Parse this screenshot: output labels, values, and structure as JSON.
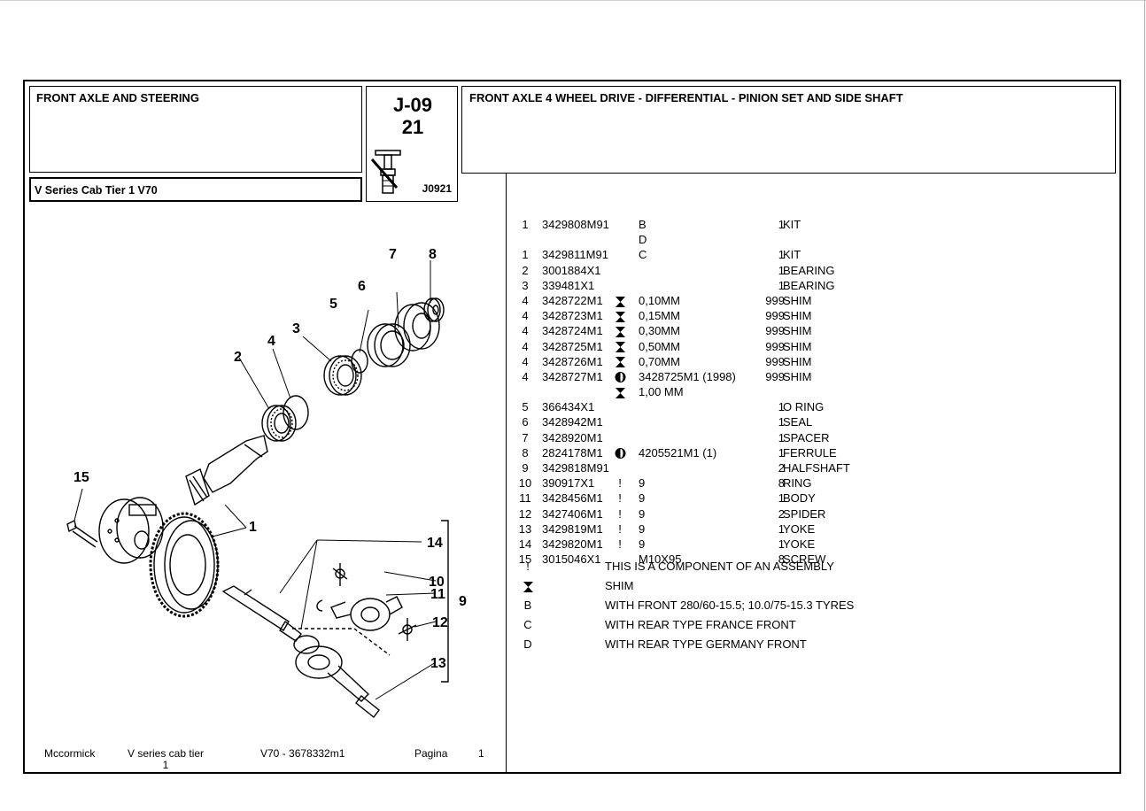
{
  "header": {
    "section": "FRONT AXLE AND STEERING",
    "model": "V Series Cab Tier 1  V70",
    "code_line1": "J-09",
    "code_line2": "21",
    "drawing_ref": "J0921",
    "title": "FRONT AXLE 4 WHEEL DRIVE - DIFFERENTIAL - PINION SET AND SIDE SHAFT"
  },
  "parts": [
    {
      "ref": "1",
      "part": "3429808M91",
      "sym": "",
      "desc": "B",
      "qty": "1",
      "name": "KIT"
    },
    {
      "ref": "",
      "part": "",
      "sym": "",
      "desc": "D",
      "qty": "",
      "name": ""
    },
    {
      "ref": "1",
      "part": "3429811M91",
      "sym": "",
      "desc": "C",
      "qty": "1",
      "name": "KIT"
    },
    {
      "ref": "2",
      "part": "3001884X1",
      "sym": "",
      "desc": "",
      "qty": "1",
      "name": "BEARING"
    },
    {
      "ref": "3",
      "part": "339481X1",
      "sym": "",
      "desc": "",
      "qty": "1",
      "name": "BEARING"
    },
    {
      "ref": "4",
      "part": "3428722M1",
      "sym": "hourglass",
      "desc": "0,10MM",
      "qty": "999",
      "name": "SHIM"
    },
    {
      "ref": "4",
      "part": "3428723M1",
      "sym": "hourglass",
      "desc": "0,15MM",
      "qty": "999",
      "name": "SHIM"
    },
    {
      "ref": "4",
      "part": "3428724M1",
      "sym": "hourglass",
      "desc": "0,30MM",
      "qty": "999",
      "name": "SHIM"
    },
    {
      "ref": "4",
      "part": "3428725M1",
      "sym": "hourglass",
      "desc": "0,50MM",
      "qty": "999",
      "name": "SHIM"
    },
    {
      "ref": "4",
      "part": "3428726M1",
      "sym": "hourglass",
      "desc": "0,70MM",
      "qty": "999",
      "name": "SHIM"
    },
    {
      "ref": "4",
      "part": "3428727M1",
      "sym": "halfmoon",
      "desc": "3428725M1  (1998)",
      "qty": "999",
      "name": "SHIM"
    },
    {
      "ref": "",
      "part": "",
      "sym": "hourglass",
      "desc": "1,00 MM",
      "qty": "",
      "name": ""
    },
    {
      "ref": "5",
      "part": "366434X1",
      "sym": "",
      "desc": "",
      "qty": "1",
      "name": "O RING"
    },
    {
      "ref": "6",
      "part": "3428942M1",
      "sym": "",
      "desc": "",
      "qty": "1",
      "name": "SEAL"
    },
    {
      "ref": "7",
      "part": "3428920M1",
      "sym": "",
      "desc": "",
      "qty": "1",
      "name": "SPACER"
    },
    {
      "ref": "8",
      "part": "2824178M1",
      "sym": "halfmoon",
      "desc": "4205521M1  (1)",
      "qty": "1",
      "name": "FERRULE"
    },
    {
      "ref": "9",
      "part": "3429818M91",
      "sym": "",
      "desc": "",
      "qty": "2",
      "name": "HALFSHAFT"
    },
    {
      "ref": "10",
      "part": "390917X1",
      "sym": "excl",
      "desc": "9",
      "qty": "8",
      "name": "RING"
    },
    {
      "ref": "11",
      "part": "3428456M1",
      "sym": "excl",
      "desc": "9",
      "qty": "1",
      "name": "BODY"
    },
    {
      "ref": "12",
      "part": "3427406M1",
      "sym": "excl",
      "desc": "9",
      "qty": "2",
      "name": "SPIDER"
    },
    {
      "ref": "13",
      "part": "3429819M1",
      "sym": "excl",
      "desc": "9",
      "qty": "1",
      "name": "YOKE"
    },
    {
      "ref": "14",
      "part": "3429820M1",
      "sym": "excl",
      "desc": "9",
      "qty": "1",
      "name": "YOKE"
    },
    {
      "ref": "15",
      "part": "3015046X1",
      "sym": "",
      "desc": "M10X95",
      "qty": "8",
      "name": "SCREW"
    }
  ],
  "legend": [
    {
      "sym": "!",
      "text": "THIS IS A COMPONENT OF AN ASSEMBLY"
    },
    {
      "sym": "hourglass",
      "text": "SHIM"
    },
    {
      "sym": "B",
      "text": "WITH FRONT 280/60-15.5; 10.0/75-15.3 TYRES"
    },
    {
      "sym": "C",
      "text": "WITH REAR TYPE FRANCE FRONT"
    },
    {
      "sym": "D",
      "text": "WITH REAR TYPE GERMANY FRONT"
    }
  ],
  "footer": {
    "brand": "Mccormick",
    "series_line1": "V series cab tier",
    "series_line2": "1",
    "model_code": "V70 - 3678332m1",
    "page_label": "Pagina",
    "page_number": "1"
  },
  "callouts": [
    "1",
    "2",
    "3",
    "4",
    "5",
    "6",
    "7",
    "8",
    "9",
    "10",
    "11",
    "12",
    "13",
    "14",
    "15"
  ]
}
